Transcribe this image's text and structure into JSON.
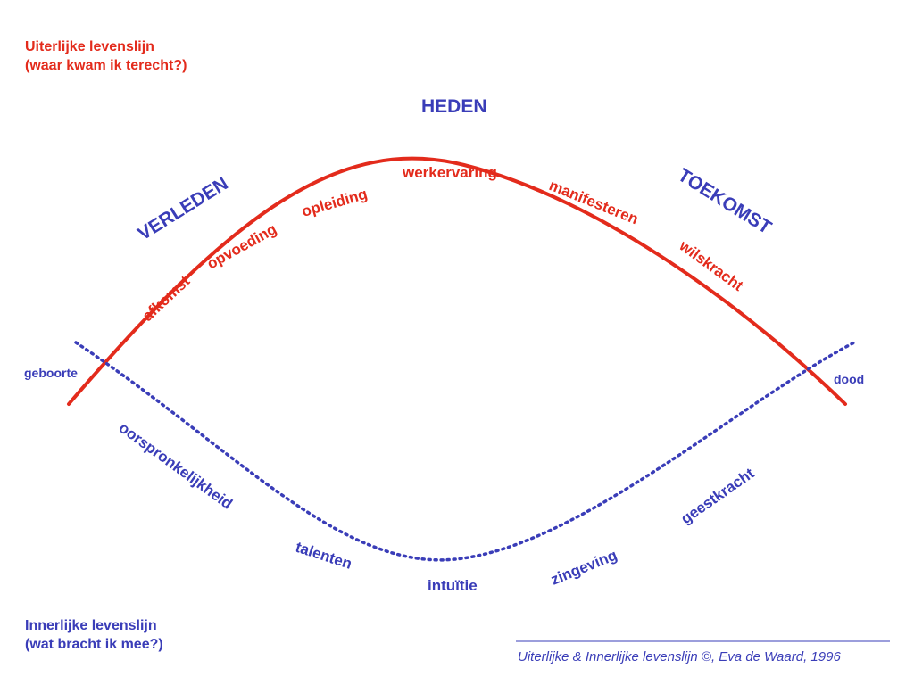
{
  "diagram": {
    "outer_title": {
      "line1": "Uiterlijke levenslijn",
      "line2": "(waar kwam ik terecht?)"
    },
    "inner_title": {
      "line1": "Innerlijke levenslijn",
      "line2": "(wat bracht ik mee?)"
    },
    "time_labels": {
      "present": "HEDEN",
      "past": "VERLEDEN",
      "future": "TOEKOMST"
    },
    "endpoints": {
      "birth": "geboorte",
      "death": "dood"
    },
    "outer_line_labels": [
      "afkomst",
      "opvoeding",
      "opleiding",
      "werkervaring",
      "manifesteren",
      "wilskracht"
    ],
    "inner_line_labels": [
      "oorspronkelijkheid",
      "talenten",
      "intuïtie",
      "zingeving",
      "geestkracht"
    ],
    "credit": "Uiterlijke & Innerlijke levenslijn ©, Eva de Waard, 1996",
    "colors": {
      "outer": "#e32b1c",
      "inner": "#3a3db8"
    }
  }
}
